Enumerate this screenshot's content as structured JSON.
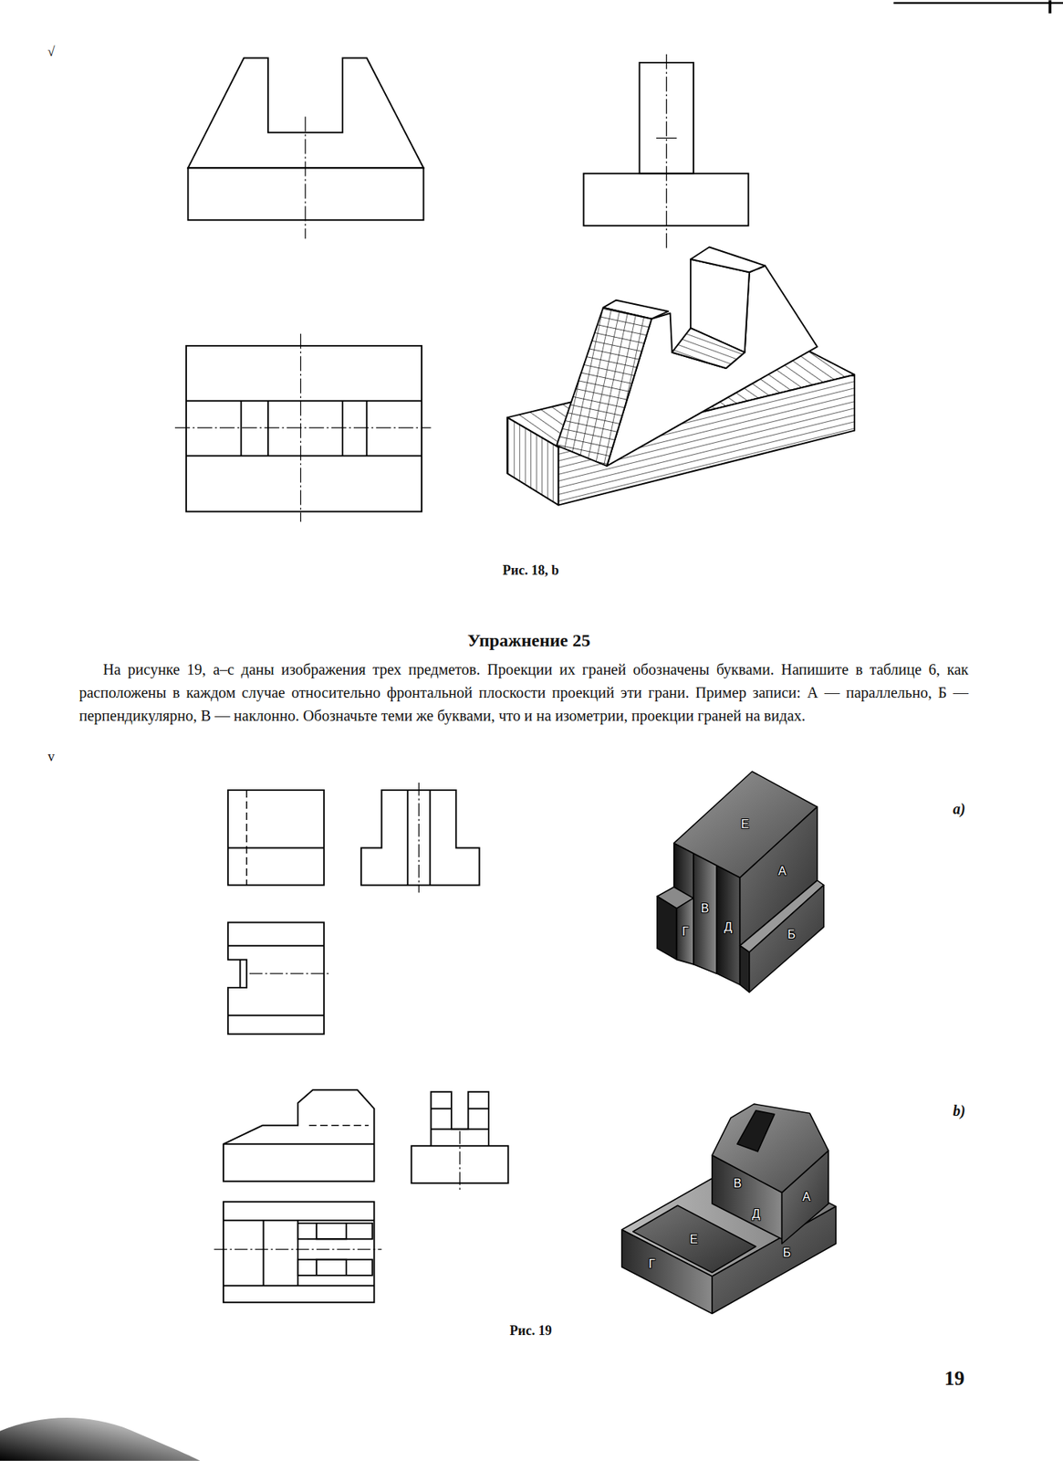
{
  "diagram": {
    "title": "Упражнение 25",
    "caption": "Рис. 19",
    "labels": [
      "√",
      "Рис. 18, b",
      "На рисунке 19, a–c даны изображения трех предметов. Проекции их граней обозначены буквами. Напишите в таблице 6, как расположены в каждом случае относительно фронтальной плоскости проекций эти грани. Пример записи: А — параллельно, Б — перпендикулярно, В — наклонно. Обозначьте теми же буквами, что и на изометрии, проекции граней на видах.",
      "v",
      "a)",
      "Е",
      "В",
      "А",
      "Д",
      "Г",
      "Б",
      "b)",
      "В",
      "А",
      "Д",
      "Е",
      "Б",
      "Г",
      "19"
    ]
  }
}
